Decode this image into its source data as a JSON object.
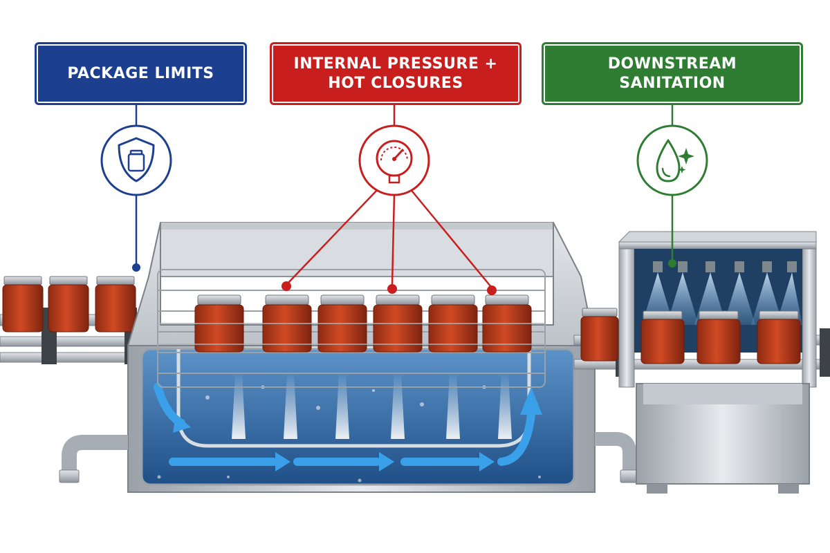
{
  "callouts": {
    "package_limits": {
      "label": "PACKAGE LIMITS"
    },
    "internal_pressure": {
      "label": "INTERNAL PRESSURE + HOT CLOSURES"
    },
    "downstream_sanitation": {
      "label": "DOWNSTREAM SANITATION"
    }
  },
  "colors": {
    "blue": "#1d3f8f",
    "red": "#c81e1e",
    "green": "#2e7d32",
    "steel": "#b8bec4",
    "water": "#2f6aa8",
    "flow_arrow": "#3aa0ea",
    "jar_sauce": "#b63a1c",
    "lid": "#a9afb5"
  },
  "icons": {
    "package_limits": "shield-jar-icon",
    "internal_pressure": "pressure-gauge-icon",
    "downstream_sanitation": "water-drop-sparkle-icon"
  }
}
